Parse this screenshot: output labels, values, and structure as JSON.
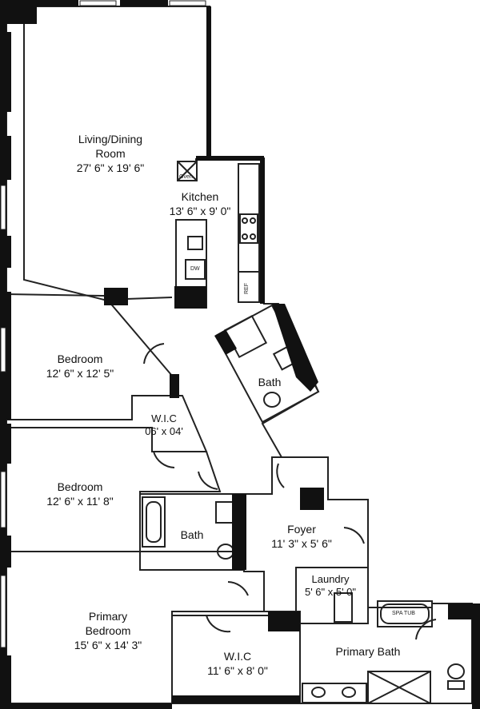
{
  "rooms": {
    "living": {
      "name_line1": "Living/Dining",
      "name_line2": "Room",
      "dims": "27' 6\" x 19' 6\""
    },
    "kitchen": {
      "name": "Kitchen",
      "dims": "13' 6\" x 9' 0\""
    },
    "bath_upper": {
      "name": "Bath"
    },
    "bedroom_1": {
      "name": "Bedroom",
      "dims": "12' 6\" x 12' 5\""
    },
    "wic_1": {
      "name": "W.I.C",
      "dims": "06' x 04'"
    },
    "bedroom_2": {
      "name": "Bedroom",
      "dims": "12' 6\" x 11' 8\""
    },
    "bath_middle": {
      "name": "Bath"
    },
    "foyer": {
      "name": "Foyer",
      "dims": "11' 3\" x 5' 6\""
    },
    "laundry": {
      "name": "Laundry",
      "dims": "5' 6\" x 5' 0\""
    },
    "primary_bedroom": {
      "name_line1": "Primary",
      "name_line2": "Bedroom",
      "dims": "15' 6\" x 14' 3\""
    },
    "wic_2": {
      "name": "W.I.C",
      "dims": "11' 6\" x 8' 0\""
    },
    "primary_bath": {
      "name": "Primary Bath"
    }
  },
  "fixtures": {
    "oven": "Oven",
    "ref": "REF",
    "dw": "DW",
    "spa_tub": "SPA TUB"
  },
  "colors": {
    "wall": "#111111",
    "line": "#222222",
    "window": "#ffffff"
  }
}
